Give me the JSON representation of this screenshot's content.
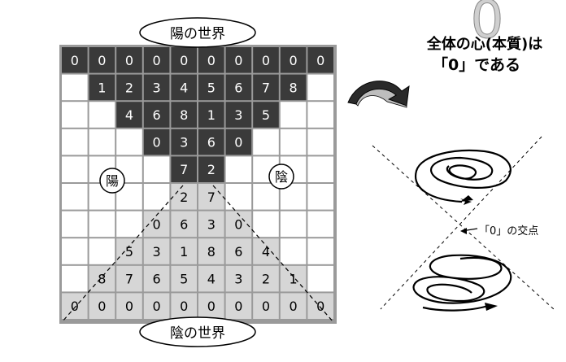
{
  "top_label": "陽の世界",
  "bottom_label": "陰の世界",
  "yang_label": "陽",
  "yin_label": "陰",
  "heading": {
    "line1_pre": "全体の心(本質)は",
    "line2": "「0」である",
    "big_zero": "0"
  },
  "intersection_label": "「0」の交点",
  "grid": {
    "cols": 10,
    "rows": [
      [
        "0",
        "0",
        "0",
        "0",
        "0",
        "0",
        "0",
        "0",
        "0",
        "0"
      ],
      [
        "",
        "1",
        "2",
        "3",
        "4",
        "5",
        "6",
        "7",
        "8",
        ""
      ],
      [
        "",
        "",
        "4",
        "6",
        "8",
        "1",
        "3",
        "5",
        "",
        ""
      ],
      [
        "",
        "",
        "",
        "0",
        "3",
        "6",
        "0",
        "",
        "",
        ""
      ],
      [
        "",
        "",
        "",
        "",
        "7",
        "2",
        "",
        "",
        "",
        ""
      ],
      [
        "",
        "",
        "",
        "",
        "2",
        "7",
        "",
        "",
        "",
        ""
      ],
      [
        "",
        "",
        "",
        "0",
        "6",
        "3",
        "0",
        "",
        "",
        ""
      ],
      [
        "",
        "",
        "5",
        "3",
        "1",
        "8",
        "6",
        "4",
        "",
        ""
      ],
      [
        "",
        "8",
        "7",
        "6",
        "5",
        "4",
        "3",
        "2",
        "1",
        ""
      ],
      [
        "0",
        "0",
        "0",
        "0",
        "0",
        "0",
        "0",
        "0",
        "0",
        "0"
      ]
    ],
    "shade": [
      [
        "d",
        "d",
        "d",
        "d",
        "d",
        "d",
        "d",
        "d",
        "d",
        "d"
      ],
      [
        "w",
        "d",
        "d",
        "d",
        "d",
        "d",
        "d",
        "d",
        "d",
        "w"
      ],
      [
        "w",
        "w",
        "d",
        "d",
        "d",
        "d",
        "d",
        "d",
        "w",
        "w"
      ],
      [
        "w",
        "w",
        "w",
        "d",
        "d",
        "d",
        "d",
        "w",
        "w",
        "w"
      ],
      [
        "w",
        "w",
        "w",
        "w",
        "d",
        "d",
        "w",
        "w",
        "w",
        "w"
      ],
      [
        "w",
        "w",
        "w",
        "w",
        "l",
        "l",
        "w",
        "w",
        "w",
        "w"
      ],
      [
        "w",
        "w",
        "w",
        "l",
        "l",
        "l",
        "l",
        "w",
        "w",
        "w"
      ],
      [
        "w",
        "w",
        "l",
        "l",
        "l",
        "l",
        "l",
        "l",
        "w",
        "w"
      ],
      [
        "w",
        "l",
        "l",
        "l",
        "l",
        "l",
        "l",
        "l",
        "l",
        "w"
      ],
      [
        "l",
        "l",
        "l",
        "l",
        "l",
        "l",
        "l",
        "l",
        "l",
        "l"
      ]
    ]
  },
  "colors": {
    "dark": "#3a3a3a",
    "light": "#d6d6d6",
    "white": "#ffffff",
    "frame": "#9a9a9a",
    "line": "#000000"
  }
}
